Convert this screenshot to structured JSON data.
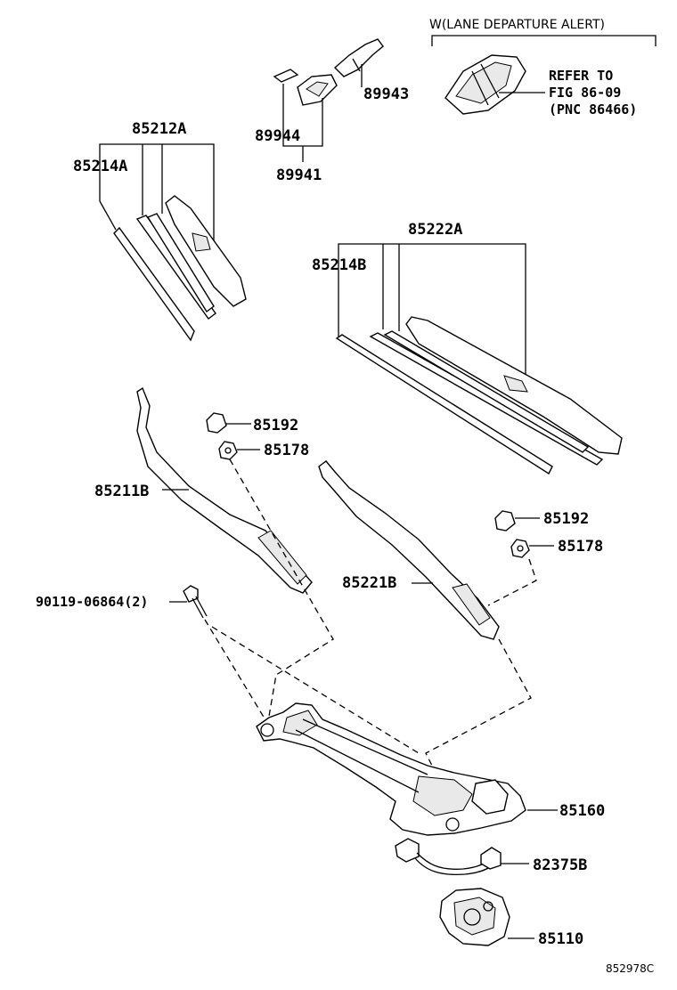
{
  "labels": {
    "option_header": "W(LANE DEPARTURE ALERT)",
    "refer_line1": "REFER TO",
    "refer_line2": "FIG 86-09",
    "refer_line3": "(PNC 86466)",
    "p89943": "89943",
    "p89944": "89944",
    "p89941": "89941",
    "p85212A": "85212A",
    "p85214A": "85214A",
    "p85222A": "85222A",
    "p85214B": "85214B",
    "p85192_left": "85192",
    "p85178_left": "85178",
    "p85211B": "85211B",
    "p85192_right": "85192",
    "p85178_right": "85178",
    "p85221B": "85221B",
    "p90119": "90119-06864(2)",
    "p85160": "85160",
    "p82375B": "82375B",
    "p85110": "85110",
    "figure_code": "852978C"
  }
}
